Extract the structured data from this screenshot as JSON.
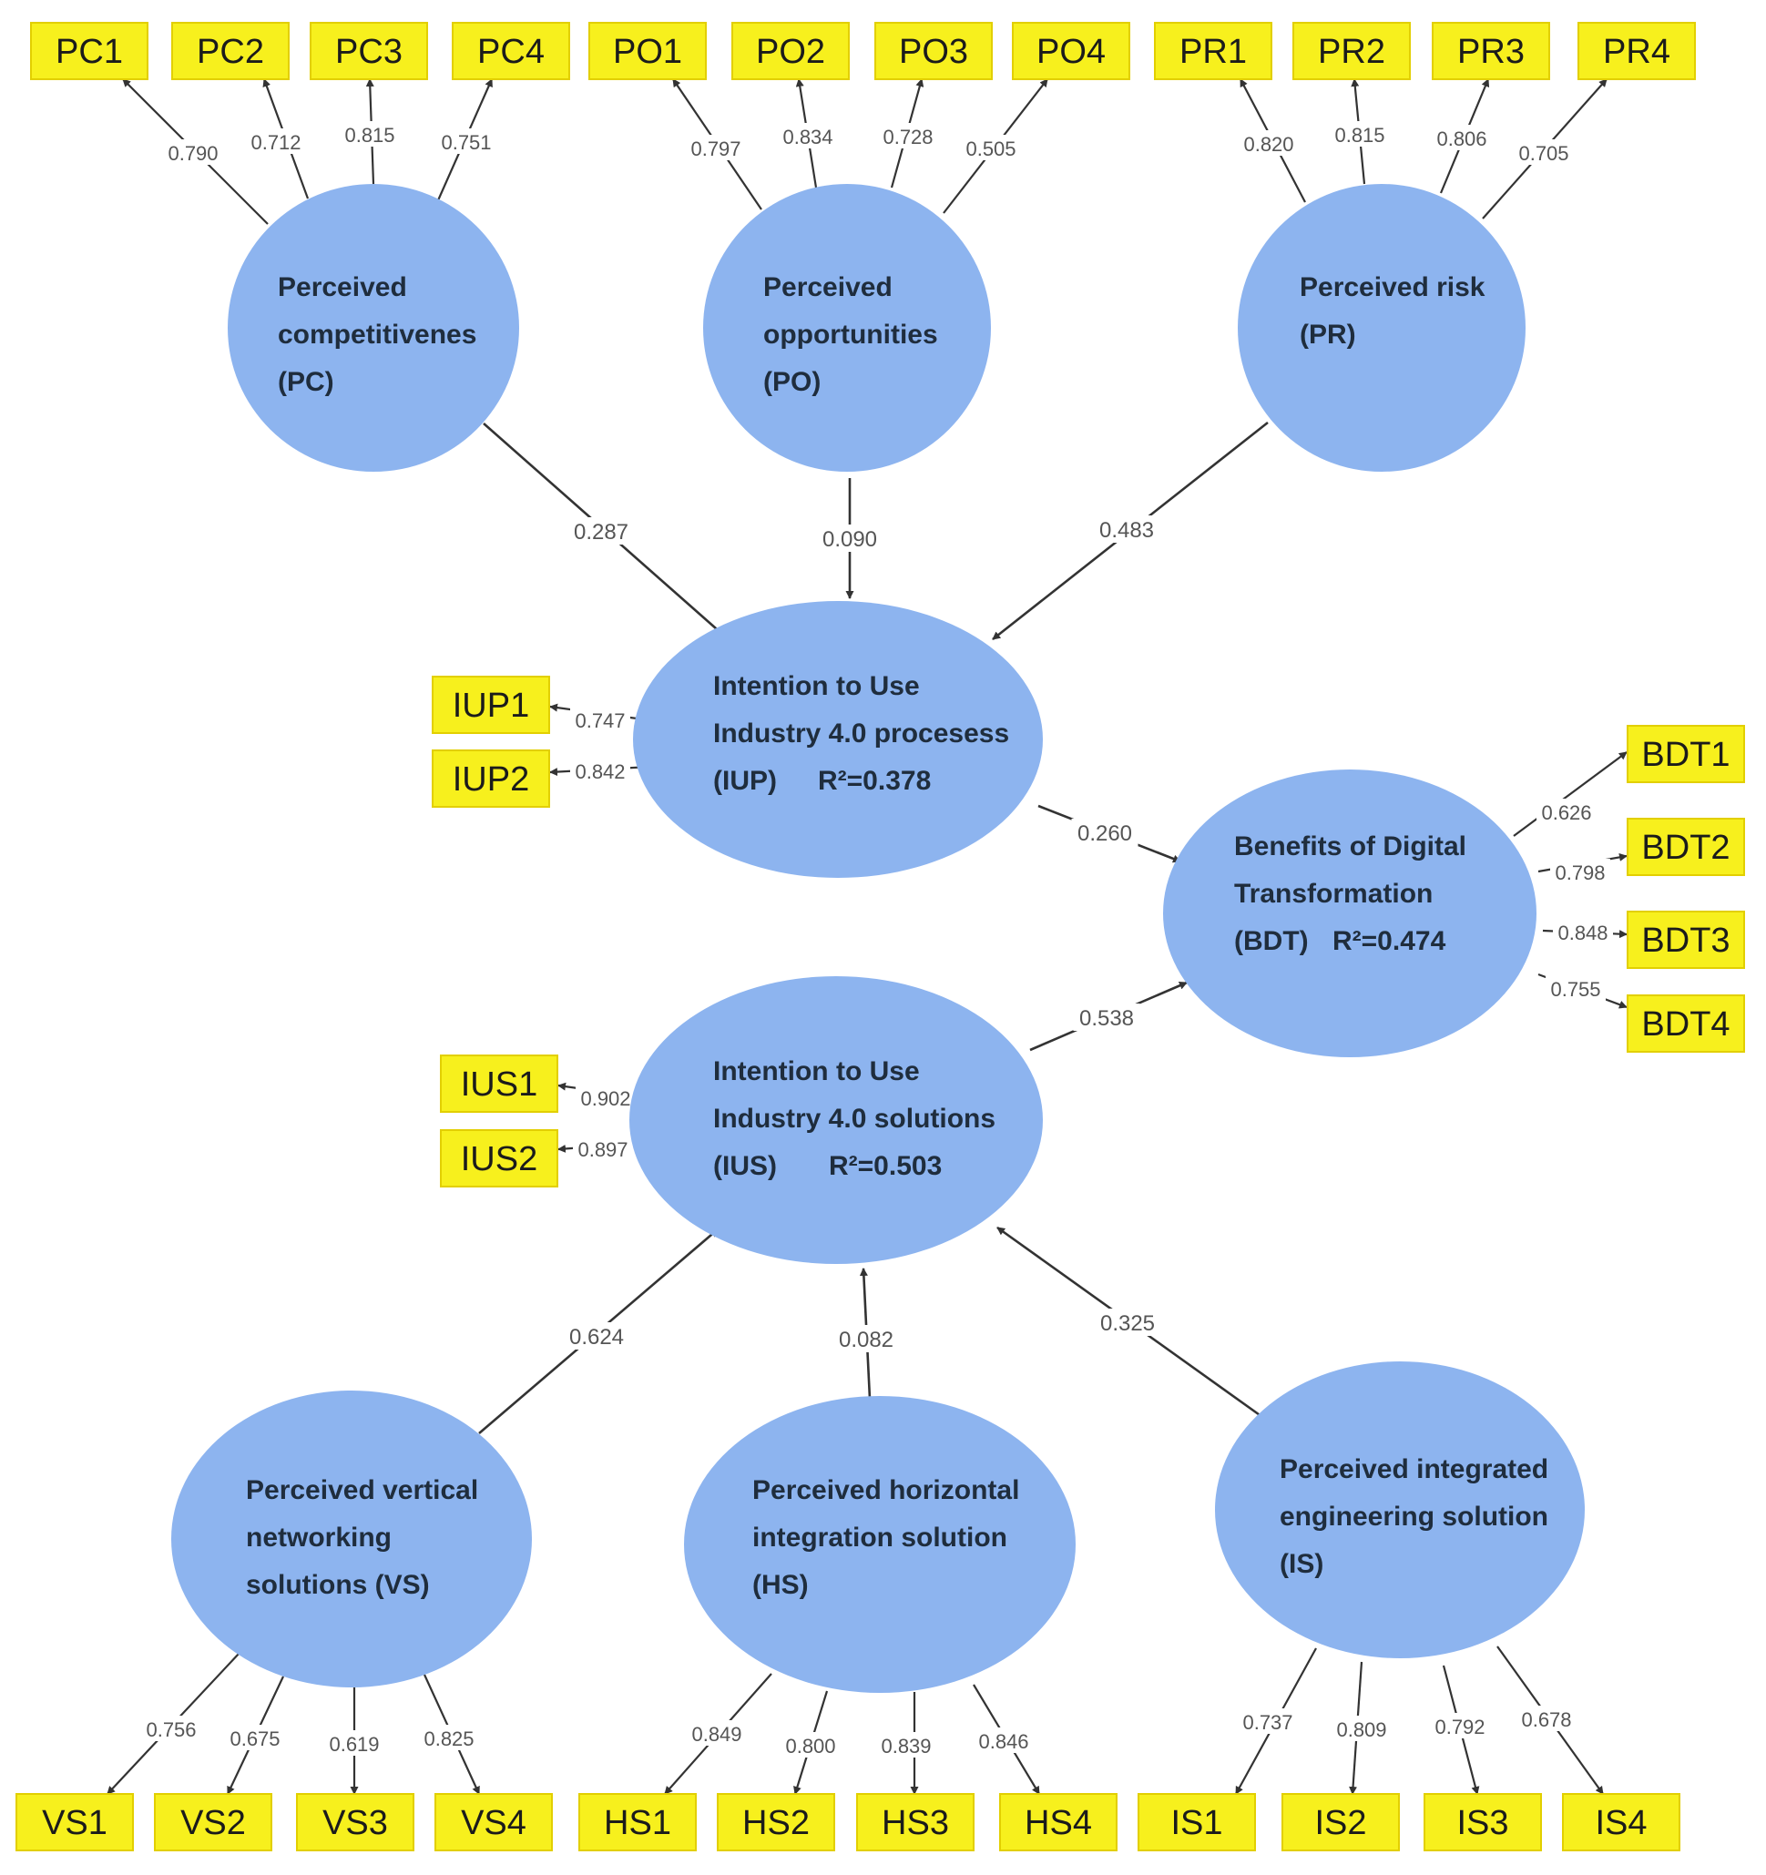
{
  "colors": {
    "latent_fill": "#8db4ef",
    "indicator_fill": "#f7f01d",
    "indicator_border": "#e2cf00",
    "arrow": "#333333"
  },
  "constructs": {
    "PC": {
      "lines": [
        "Perceived",
        "competitivenes",
        "(PC)"
      ],
      "r2": ""
    },
    "PO": {
      "lines": [
        "Perceived",
        "opportunities",
        "(PO)"
      ],
      "r2": ""
    },
    "PR": {
      "lines": [
        "Perceived risk",
        "(PR)"
      ],
      "r2": ""
    },
    "IUP": {
      "lines": [
        "Intention to Use",
        "Industry 4.0 procesess",
        "(IUP)"
      ],
      "r2": "R²=0.378"
    },
    "BDT": {
      "lines": [
        "Benefits of Digital",
        "Transformation",
        "(BDT)"
      ],
      "r2": "R²=0.474"
    },
    "IUS": {
      "lines": [
        "Intention to Use",
        "Industry 4.0 solutions",
        "(IUS)"
      ],
      "r2": "R²=0.503"
    },
    "VS": {
      "lines": [
        "Perceived vertical",
        "networking",
        "solutions (VS)"
      ],
      "r2": ""
    },
    "HS": {
      "lines": [
        "Perceived horizontal",
        "integration solution",
        "(HS)"
      ],
      "r2": ""
    },
    "IS": {
      "lines": [
        "Perceived integrated",
        "engineering solution",
        "(IS)"
      ],
      "r2": ""
    }
  },
  "indicators": {
    "PC": [
      {
        "id": "PC1",
        "loading": "0.790"
      },
      {
        "id": "PC2",
        "loading": "0.712"
      },
      {
        "id": "PC3",
        "loading": "0.815"
      },
      {
        "id": "PC4",
        "loading": "0.751"
      }
    ],
    "PO": [
      {
        "id": "PO1",
        "loading": "0.797"
      },
      {
        "id": "PO2",
        "loading": "0.834"
      },
      {
        "id": "PO3",
        "loading": "0.728"
      },
      {
        "id": "PO4",
        "loading": "0.505"
      }
    ],
    "PR": [
      {
        "id": "PR1",
        "loading": "0.820"
      },
      {
        "id": "PR2",
        "loading": "0.815"
      },
      {
        "id": "PR3",
        "loading": "0.806"
      },
      {
        "id": "PR4",
        "loading": "0.705"
      }
    ],
    "IUP": [
      {
        "id": "IUP1",
        "loading": "0.747"
      },
      {
        "id": "IUP2",
        "loading": "0.842"
      }
    ],
    "BDT": [
      {
        "id": "BDT1",
        "loading": "0.626"
      },
      {
        "id": "BDT2",
        "loading": "0.798"
      },
      {
        "id": "BDT3",
        "loading": "0.848"
      },
      {
        "id": "BDT4",
        "loading": "0.755"
      }
    ],
    "IUS": [
      {
        "id": "IUS1",
        "loading": "0.902"
      },
      {
        "id": "IUS2",
        "loading": "0.897"
      }
    ],
    "VS": [
      {
        "id": "VS1",
        "loading": "0.756"
      },
      {
        "id": "VS2",
        "loading": "0.675"
      },
      {
        "id": "VS3",
        "loading": "0.619"
      },
      {
        "id": "VS4",
        "loading": "0.825"
      }
    ],
    "HS": [
      {
        "id": "HS1",
        "loading": "0.849"
      },
      {
        "id": "HS2",
        "loading": "0.800"
      },
      {
        "id": "HS3",
        "loading": "0.839"
      },
      {
        "id": "HS4",
        "loading": "0.846"
      }
    ],
    "IS": [
      {
        "id": "IS1",
        "loading": "0.737"
      },
      {
        "id": "IS2",
        "loading": "0.809"
      },
      {
        "id": "IS3",
        "loading": "0.792"
      },
      {
        "id": "IS4",
        "loading": "0.678"
      }
    ]
  },
  "paths": [
    {
      "from": "PC",
      "to": "IUP",
      "coef": "0.287"
    },
    {
      "from": "PO",
      "to": "IUP",
      "coef": "0.090"
    },
    {
      "from": "PR",
      "to": "IUP",
      "coef": "0.483"
    },
    {
      "from": "IUP",
      "to": "BDT",
      "coef": "0.260"
    },
    {
      "from": "IUS",
      "to": "BDT",
      "coef": "0.538"
    },
    {
      "from": "VS",
      "to": "IUS",
      "coef": "0.624"
    },
    {
      "from": "HS",
      "to": "IUS",
      "coef": "0.082"
    },
    {
      "from": "IS",
      "to": "IUS",
      "coef": "0.325"
    }
  ]
}
